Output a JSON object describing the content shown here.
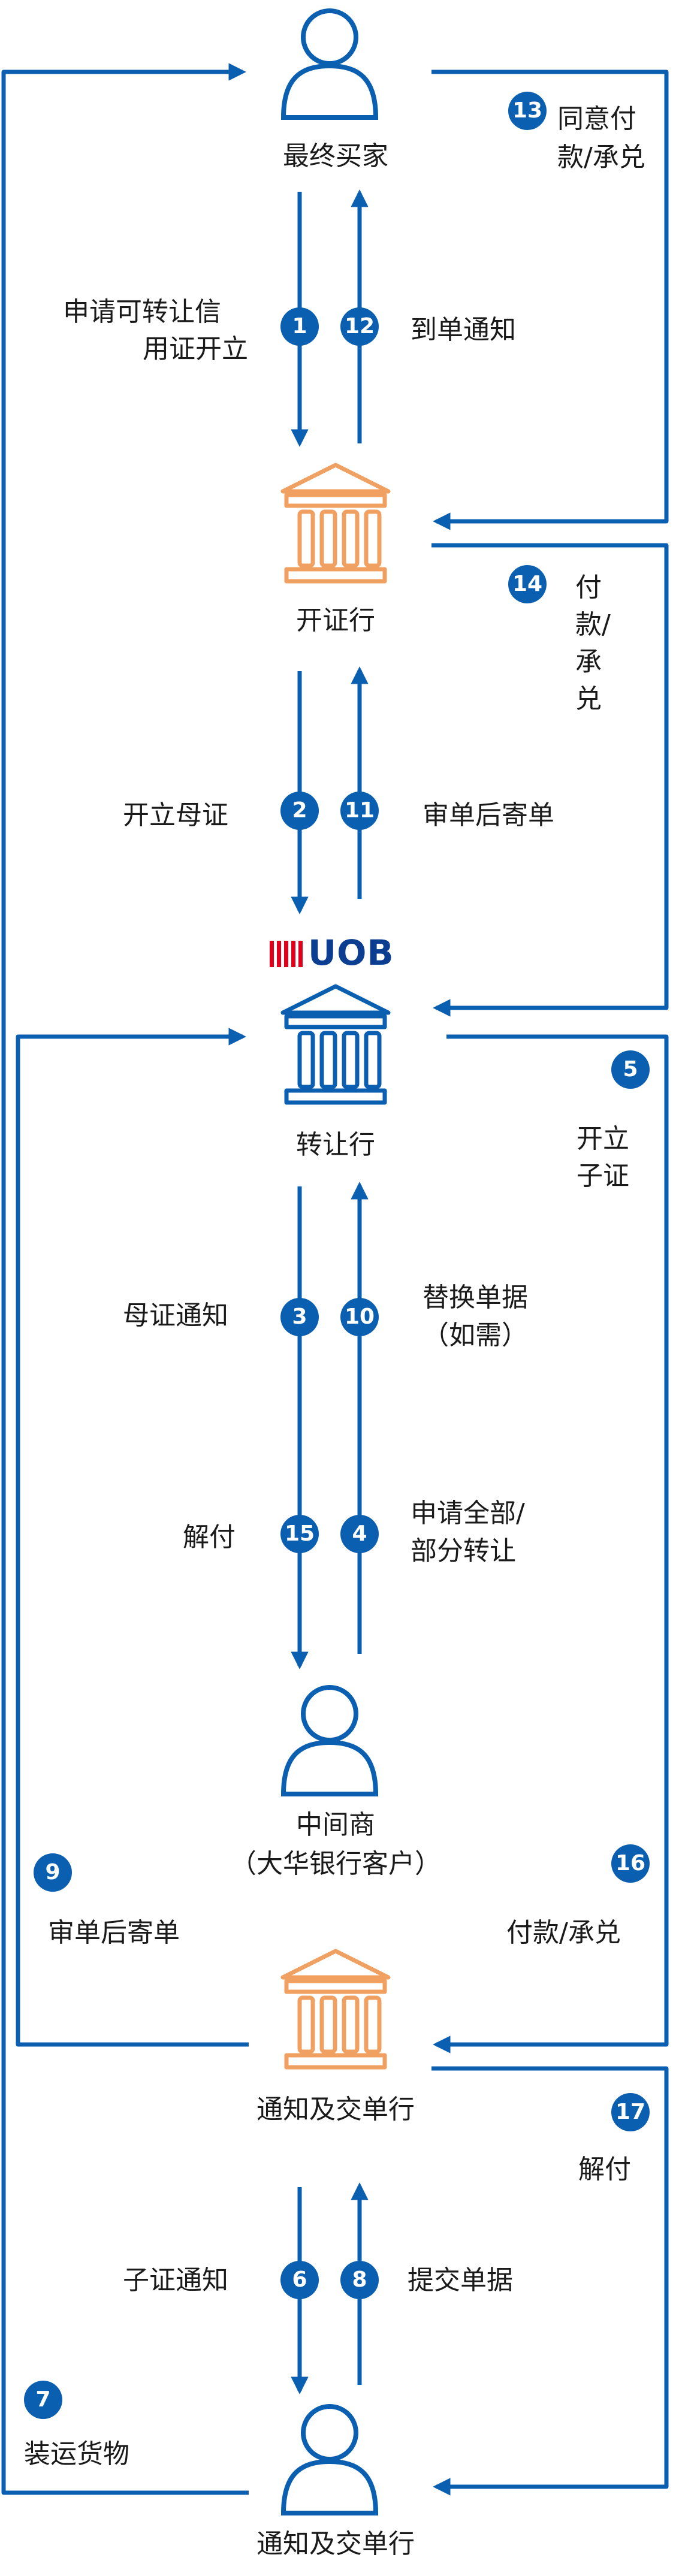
{
  "colors": {
    "line": "#0b5fb0",
    "person": "#0b5fb0",
    "bank": "#f0a060",
    "uob_bank": "#0b5fb0",
    "uob_red": "#e0001b"
  },
  "nodes": {
    "buyer": "最终买家",
    "issuing_bank": "开证行",
    "transferring_bank_logo": "UOB",
    "transferring_bank": "转让行",
    "intermediary_line1": "中间商",
    "intermediary_line2": "（大华银行客户）",
    "advising_bank": "通知及交单行",
    "supplier": "通知及交单行"
  },
  "steps": [
    {
      "n": "1",
      "lines": [
        "申请可转让信",
        "用证开立"
      ]
    },
    {
      "n": "2",
      "lines": [
        "开立母证"
      ]
    },
    {
      "n": "3",
      "lines": [
        "母证通知"
      ]
    },
    {
      "n": "4",
      "lines": [
        "申请全部/",
        "部分转让"
      ]
    },
    {
      "n": "5",
      "lines": [
        "开立",
        "子证"
      ]
    },
    {
      "n": "6",
      "lines": [
        "子证通知"
      ]
    },
    {
      "n": "7",
      "lines": [
        "装运货物"
      ]
    },
    {
      "n": "8",
      "lines": [
        "提交单据"
      ]
    },
    {
      "n": "9",
      "lines": [
        "审单后寄单"
      ]
    },
    {
      "n": "10",
      "lines": [
        "替换单据",
        "（如需）"
      ]
    },
    {
      "n": "11",
      "lines": [
        "审单后寄单"
      ]
    },
    {
      "n": "12",
      "lines": [
        "到单通知"
      ]
    },
    {
      "n": "13",
      "lines": [
        "同意付",
        "款/承兑"
      ]
    },
    {
      "n": "14",
      "lines": [
        "付",
        "款/",
        "承",
        "兑"
      ]
    },
    {
      "n": "15",
      "lines": [
        "解付"
      ]
    },
    {
      "n": "16",
      "lines": [
        "付款/承兑"
      ]
    },
    {
      "n": "17",
      "lines": [
        "解付"
      ]
    }
  ]
}
